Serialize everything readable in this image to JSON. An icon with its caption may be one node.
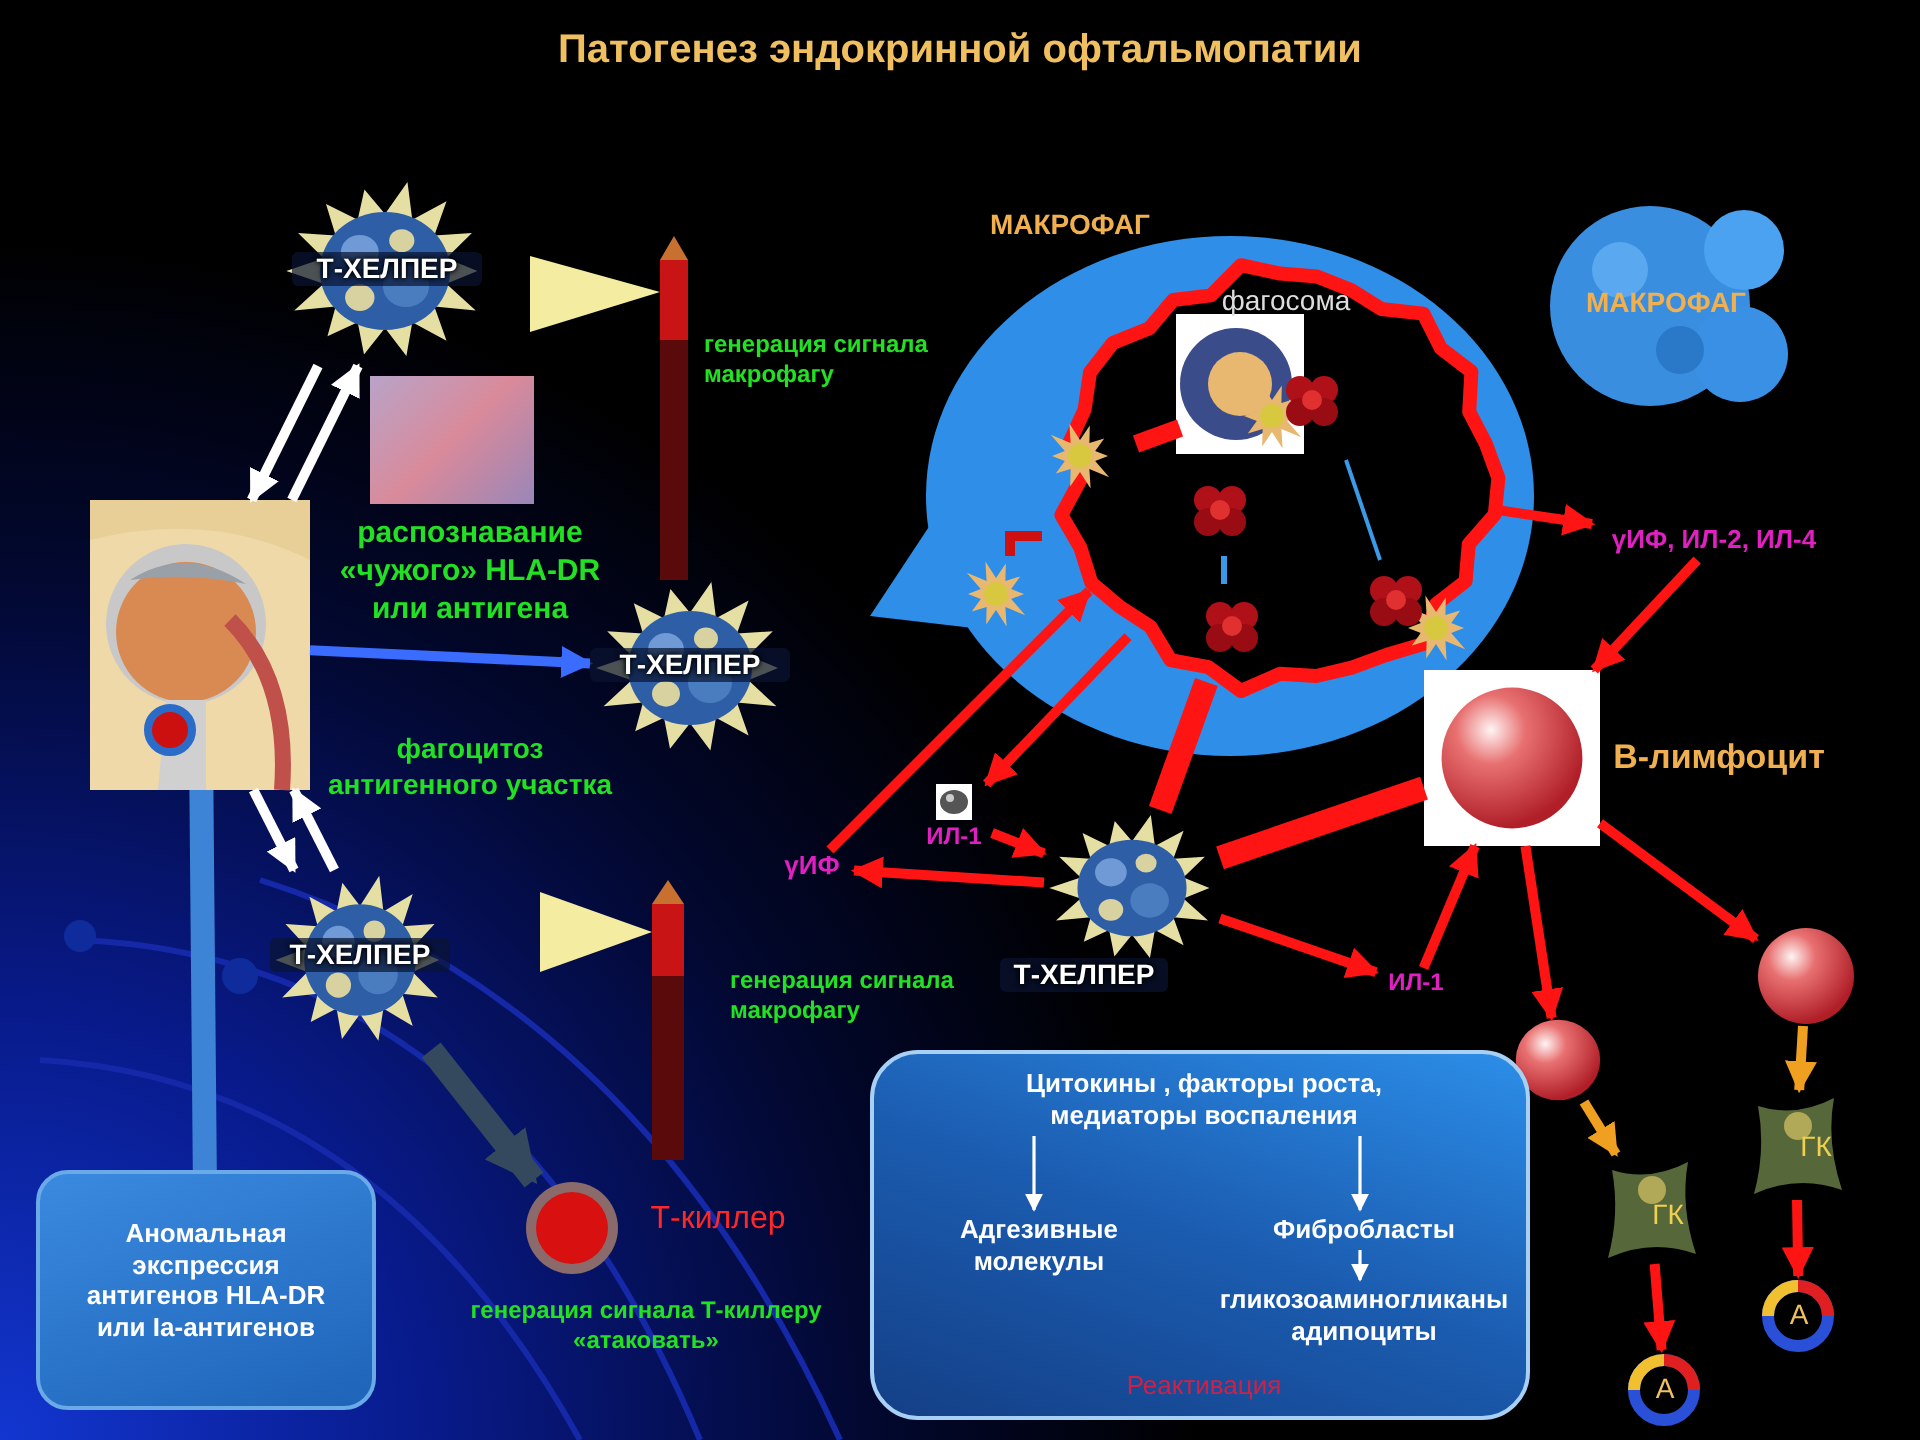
{
  "diagram": {
    "title": "Патогенез эндокринной офтальмопатии",
    "nodes": [
      {
        "text": [
          "Т-ХЕЛПЕР"
        ]
      },
      {
        "text": [],
        "shape": "picture"
      },
      {
        "text": [
          "Т-ХЕЛПЕР"
        ]
      },
      {
        "text": [
          "Т-ХЕЛПЕР"
        ]
      },
      {
        "text": [
          "Т-киллер"
        ]
      },
      {
        "text": [
          "Аномальная экспрессия антигенов HLA-DR или Ia-антигенов"
        ]
      },
      {
        "text": [
          "МАКРОФАГ"
        ]
      },
      {
        "text": [
          "фагосома"
        ],
        "in": 6
      },
      {
        "text": [
          "МАКРОФАГ"
        ]
      },
      {
        "text": [
          "В-лимфоцит"
        ]
      },
      {
        "text": [
          "Т-ХЕЛПЕР"
        ]
      },
      {
        "text": [
          "ИЛ-1"
        ]
      },
      {
        "text": [
          "γИФ"
        ]
      },
      {
        "text": [
          "ИЛ-1"
        ]
      },
      {
        "text": [
          "γИФ, ИЛ-2, ИЛ-4"
        ]
      },
      {
        "text": [],
        "shape": "circle"
      },
      {
        "text": [],
        "shape": "circle"
      },
      {
        "text": [
          "ГК"
        ]
      },
      {
        "text": [
          "ГК"
        ]
      },
      {
        "text": [
          "А"
        ]
      },
      {
        "text": [
          "А"
        ]
      },
      {
        "text": [
          "Реактивация"
        ]
      },
      {
        "text": [
          "Цитокины , факторы роста, медиаторы воспаления"
        ],
        "in": 21
      },
      {
        "text": [
          "Адгезивные молекулы"
        ],
        "in": 21
      },
      {
        "text": [
          "Фибробласты"
        ],
        "in": 21
      },
      {
        "text": [
          "гликозоаминогликаны адипоциты"
        ],
        "in": 21
      }
    ],
    "edges": [
      {
        "from": 0,
        "to": 1,
        "arrow": "to",
        "color": "#ffffff"
      },
      {
        "from": 1,
        "to": 0,
        "arrow": "to",
        "color": "#ffffff"
      },
      {
        "from": 1,
        "to": 2,
        "arrow": "to",
        "color": "#3a6cff"
      },
      {
        "from": 1,
        "to": 3,
        "arrow": "to",
        "color": "#ffffff"
      },
      {
        "from": 3,
        "to": 1,
        "arrow": "to",
        "color": "#ffffff"
      },
      {
        "from": 3,
        "to": 4,
        "arrow": "to",
        "style": "thick",
        "color": "#34495e"
      },
      {
        "from": 5,
        "to": 1,
        "arrow": "none",
        "style": "thick",
        "color": "#3d84d6"
      },
      {
        "from": 7,
        "to": 11,
        "arrow": "to"
      },
      {
        "from": 12,
        "to": 7,
        "arrow": "to"
      },
      {
        "from": 11,
        "to": 10,
        "arrow": "to"
      },
      {
        "from": 10,
        "to": 12,
        "arrow": "to"
      },
      {
        "from": 7,
        "to": 10,
        "arrow": "none",
        "style": "thick"
      },
      {
        "from": 10,
        "to": 9,
        "arrow": "none",
        "style": "thick"
      },
      {
        "from": 10,
        "to": 13,
        "arrow": "to"
      },
      {
        "from": 13,
        "to": 9,
        "arrow": "to"
      },
      {
        "from": 7,
        "to": 14,
        "arrow": "to"
      },
      {
        "from": 14,
        "to": 9,
        "arrow": "to"
      },
      {
        "from": 9,
        "to": 15,
        "arrow": "to"
      },
      {
        "from": 9,
        "to": 16,
        "arrow": "to"
      },
      {
        "from": 15,
        "to": 17,
        "arrow": "to",
        "color": "#f0a020"
      },
      {
        "from": 16,
        "to": 18,
        "arrow": "to",
        "color": "#f0a020"
      },
      {
        "from": 17,
        "to": 19,
        "arrow": "to"
      },
      {
        "from": 18,
        "to": 20,
        "arrow": "to"
      },
      {
        "from": 22,
        "to": 23,
        "arrow": "to",
        "color": "#ffffff"
      },
      {
        "from": 22,
        "to": 24,
        "arrow": "to",
        "color": "#ffffff"
      },
      {
        "from": 24,
        "to": 25,
        "arrow": "to",
        "color": "#ffffff"
      }
    ],
    "labels": [
      "распознавание «чужого» HLA-DR или антигена",
      "генерация сигнала макрофагу",
      "фагоцитоз антигенного участка",
      "генерация сигнала макрофагу",
      "генерация сигнала Т-киллеру «атаковать»"
    ]
  }
}
